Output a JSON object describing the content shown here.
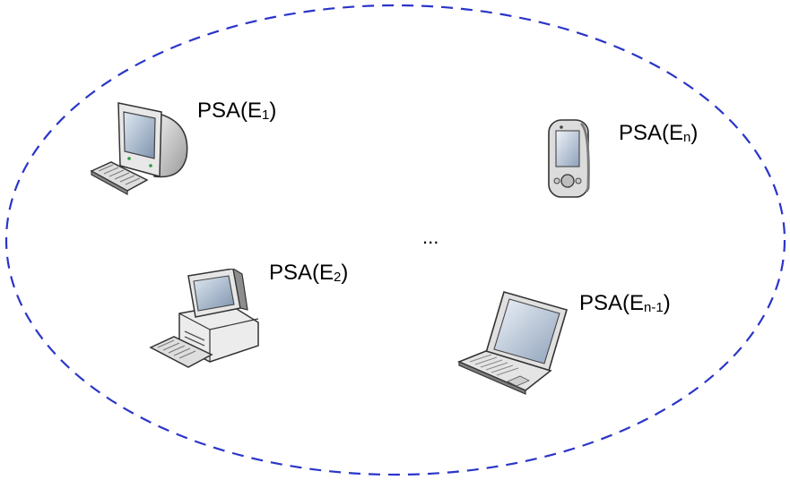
{
  "network": {
    "boundary_color": "#2a35c9",
    "ellipsis": "...",
    "nodes": [
      {
        "id": "e1",
        "icon": "crt-desktop-computer-icon",
        "label_prefix": "PSA(E",
        "label_sub": "1",
        "label_suffix": ")"
      },
      {
        "id": "e2",
        "icon": "tower-desktop-computer-icon",
        "label_prefix": "PSA(E",
        "label_sub": "2",
        "label_suffix": ")"
      },
      {
        "id": "en1",
        "icon": "laptop-icon",
        "label_prefix": "PSA(E",
        "label_sub": "n-1",
        "label_suffix": ")"
      },
      {
        "id": "en",
        "icon": "pda-icon",
        "label_prefix": "PSA(E",
        "label_sub": "n",
        "label_suffix": ")"
      }
    ]
  }
}
